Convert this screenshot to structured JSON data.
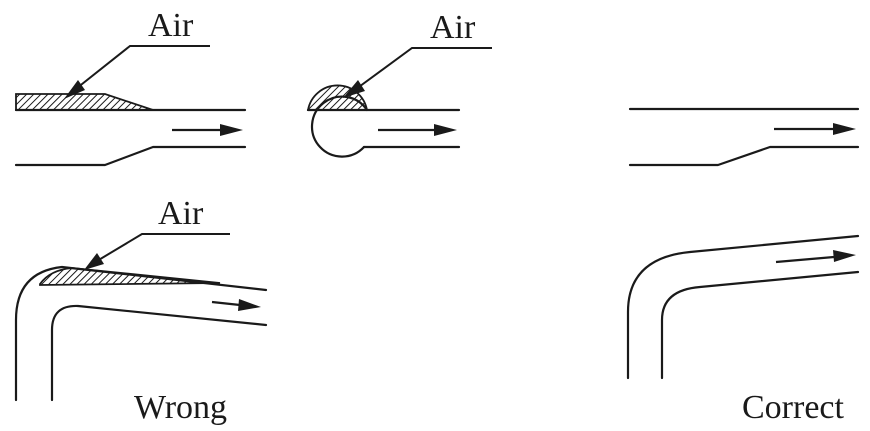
{
  "labels": {
    "air_reducer": "Air",
    "air_hump": "Air",
    "air_elbow": "Air",
    "wrong": "Wrong",
    "correct": "Correct"
  },
  "colors": {
    "ink": "#1a1a1a",
    "background": "#ffffff"
  }
}
